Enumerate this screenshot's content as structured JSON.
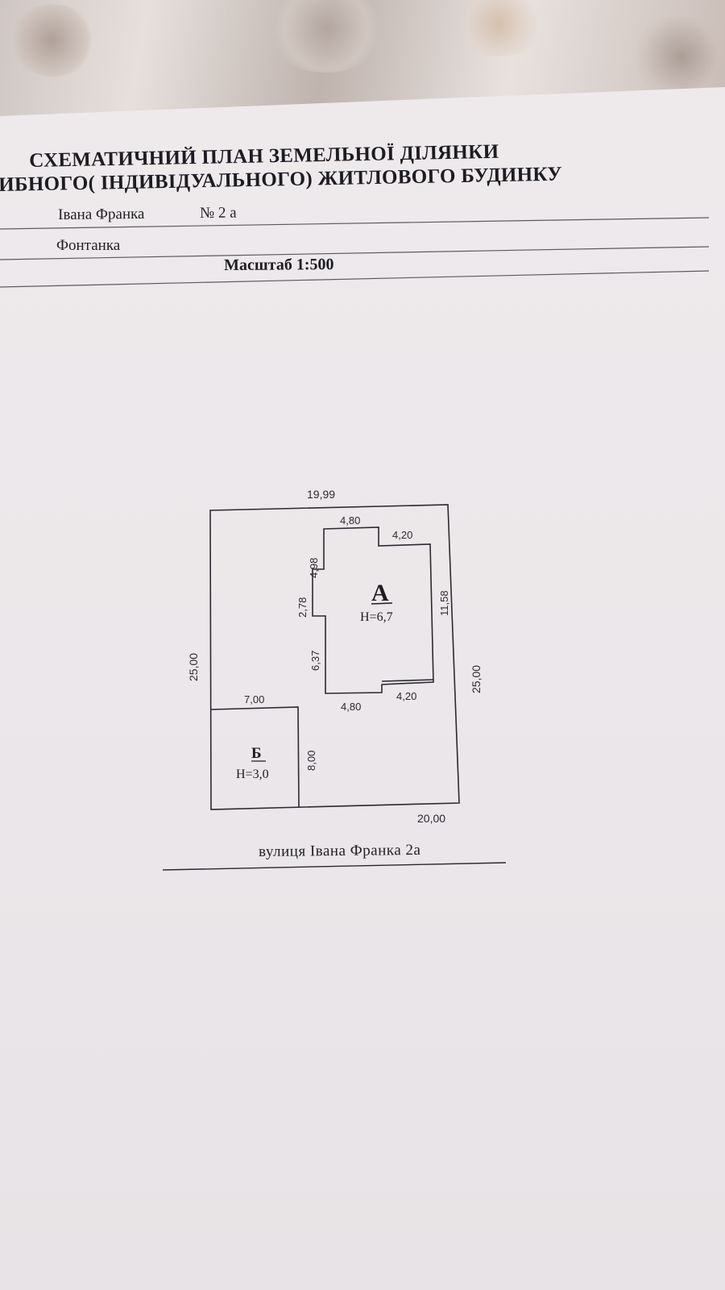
{
  "document": {
    "title_line1": "СХЕМАТИЧНИЙ ПЛАН ЗЕМЕЛЬНОЇ ДІЛЯНКИ",
    "title_line2": "ИБНОГО( ІНДИВІДУАЛЬНОГО) ЖИТЛОВОГО БУДИНКУ",
    "street_field": "Івана Франка",
    "house_number": "№ 2 а",
    "locality": "Фонтанка",
    "scale": "Масштаб 1:500",
    "street_caption": "вулиця Івана Франка 2а"
  },
  "plan": {
    "plot": {
      "top": "19,99",
      "bottom": "20,00",
      "left": "25,00",
      "right": "25,00"
    },
    "building_a": {
      "label": "А",
      "height": "Н=6,7",
      "dims": {
        "top_left": "4,80",
        "top_right": "4,20",
        "upper_left": "4,98",
        "mid_left": "2,78",
        "lower_left": "6,37",
        "right": "11,58",
        "bottom_left": "4,80",
        "bottom_right": "4,20"
      }
    },
    "building_b": {
      "label": "Б",
      "height": "Н=3,0",
      "dims": {
        "width": "7,00",
        "height": "8,00"
      }
    }
  },
  "colors": {
    "ink": "#2a2a30",
    "paper": "#ece8eb",
    "rule": "#5a5a60"
  }
}
